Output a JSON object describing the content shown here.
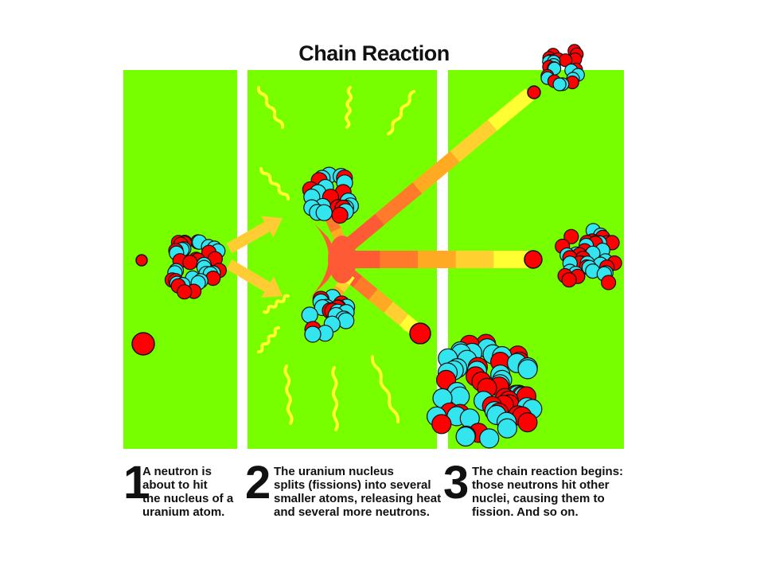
{
  "title": "Chain Reaction",
  "colors": {
    "panel": "#77ff00",
    "neutron": "#ff0000",
    "proton_cyan": "#33e5ee",
    "beam_near": "#ff5a36",
    "beam_mid": "#ffaa22",
    "beam_far": "#ffff33",
    "heat_wave": "#ffff33"
  },
  "steps": [
    {
      "number": "1",
      "lines": [
        "A neutron is",
        "about to hit",
        "the nucleus of a",
        "uranium atom."
      ]
    },
    {
      "number": "2",
      "lines": [
        "The uranium nucleus",
        "splits (fissions) into several",
        "smaller atoms, releasing heat",
        "and several more neutrons."
      ]
    },
    {
      "number": "3",
      "lines": [
        "The chain reaction begins:",
        "those neutrons hit other",
        "nuclei, causing them to",
        "fission. And so on."
      ]
    }
  ]
}
